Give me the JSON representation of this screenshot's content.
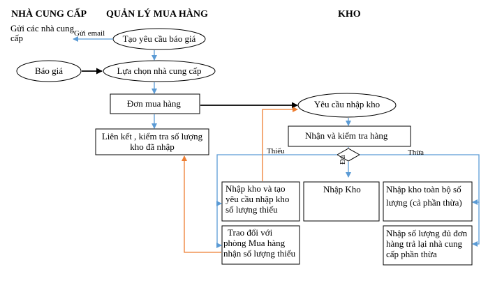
{
  "headers": {
    "supplier": "NHÀ CUNG CẤP",
    "purchasing": "QUẢN LÝ MUA HÀNG",
    "warehouse": "KHO"
  },
  "supplier_note": [
    "Gửi các nhà cung",
    "cấp"
  ],
  "edge_labels": {
    "send_email": "Gửi email",
    "shortage": "Thiếu",
    "surplus": "Thừa",
    "enough": "Đủ"
  },
  "nodes": {
    "create_quote_request": "Tạo yêu cầu báo giá",
    "quote": "Báo giá",
    "choose_supplier": "Lựa chọn nhà cung cấp",
    "purchase_order": "Đơn mua hàng",
    "link_check": [
      "Liên kết , kiểm tra số lượng",
      "kho đã nhập"
    ],
    "receipt_request": "Yêu cầu nhập kho",
    "receive_check": "Nhận và kiểm tra hàng",
    "receive_request_shortage": [
      "Nhập kho và tạo",
      "yêu cầu nhập kho",
      "số lượng thiếu"
    ],
    "receive_stock": "Nhập Kho",
    "receive_all_surplus": [
      "Nhập kho toàn bộ số",
      "lượng (cả phần thừa)"
    ],
    "discuss_purchasing": [
      "Trao đổi với",
      "phòng Mua hàng",
      "nhận số lượng thiếu"
    ],
    "receive_return_surplus": [
      "Nhập số lượng đủ đơn",
      "hàng trả lại nhà cung",
      "cấp phần thừa"
    ]
  },
  "colors": {
    "blue_arrow": "#5b9bd5",
    "orange_arrow": "#ed7d31",
    "black_arrow": "#000000"
  }
}
